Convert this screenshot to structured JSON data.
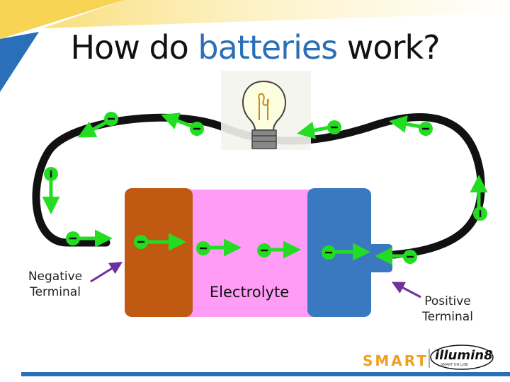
{
  "slide": {
    "title_pre": "How do ",
    "title_highlight": "batteries",
    "title_post": " work?"
  },
  "labels": {
    "negative_line1": "Negative",
    "negative_line2": "Terminal",
    "electrolyte": "Electrolyte",
    "positive_line1": "Positive",
    "positive_line2": "Terminal"
  },
  "electron_symbol": "−",
  "logo": {
    "smart": "SMART",
    "illumin": "illumin8",
    "tagline": "SMART ON LINE"
  },
  "colors": {
    "title_highlight": "#2a6fb7",
    "negative_terminal": "#c05a12",
    "electrolyte": "#ff9cf5",
    "positive_terminal": "#3a78bf",
    "electron": "#22dd22",
    "wire": "#111111",
    "label_arrow": "#7030a0",
    "band_top": "#f5c518",
    "band_bottom": "#2a6fb7"
  }
}
